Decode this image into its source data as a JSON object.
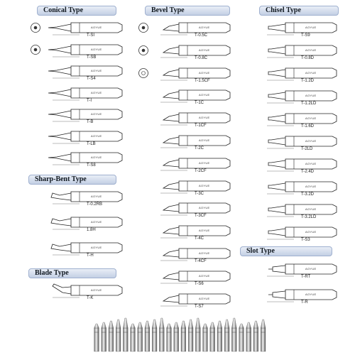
{
  "sections": {
    "conical": "Conical Type",
    "bevel": "Bevel Type",
    "chisel": "Chisel Type",
    "sharp_bent": "Sharp-Bent Type",
    "blade": "Blade Type",
    "slot": "Slot Type"
  },
  "brand": "AOYUE",
  "tips": {
    "conical": [
      "T-SI",
      "T-SB",
      "T-S4",
      "T-I",
      "T-B",
      "T-LB",
      "T-S8"
    ],
    "bevel": [
      "T-0.5C",
      "T-0.8C",
      "T-1.5CF",
      "T-1C",
      "T-1CF",
      "T-2C",
      "T-2CF",
      "T-3C",
      "T-3CF",
      "T-4C",
      "T-4CF",
      "T-S6",
      "T-S7"
    ],
    "chisel": [
      "T-S9",
      "T-0.8D",
      "T-1.2D",
      "T-1.2LD",
      "T-1.6D",
      "T-2LD",
      "T-2.4D",
      "T-3.2D",
      "T-3.2LD",
      "T-S3"
    ],
    "sharp_bent": [
      "T-0.2RB",
      "1.8H",
      "T-H"
    ],
    "blade": [
      "T-K"
    ],
    "slot": [
      "T-RT",
      "T-R"
    ]
  },
  "colors": {
    "banner_top": "#e9eef7",
    "banner_bottom": "#c3cfe4",
    "line": "#222222"
  }
}
